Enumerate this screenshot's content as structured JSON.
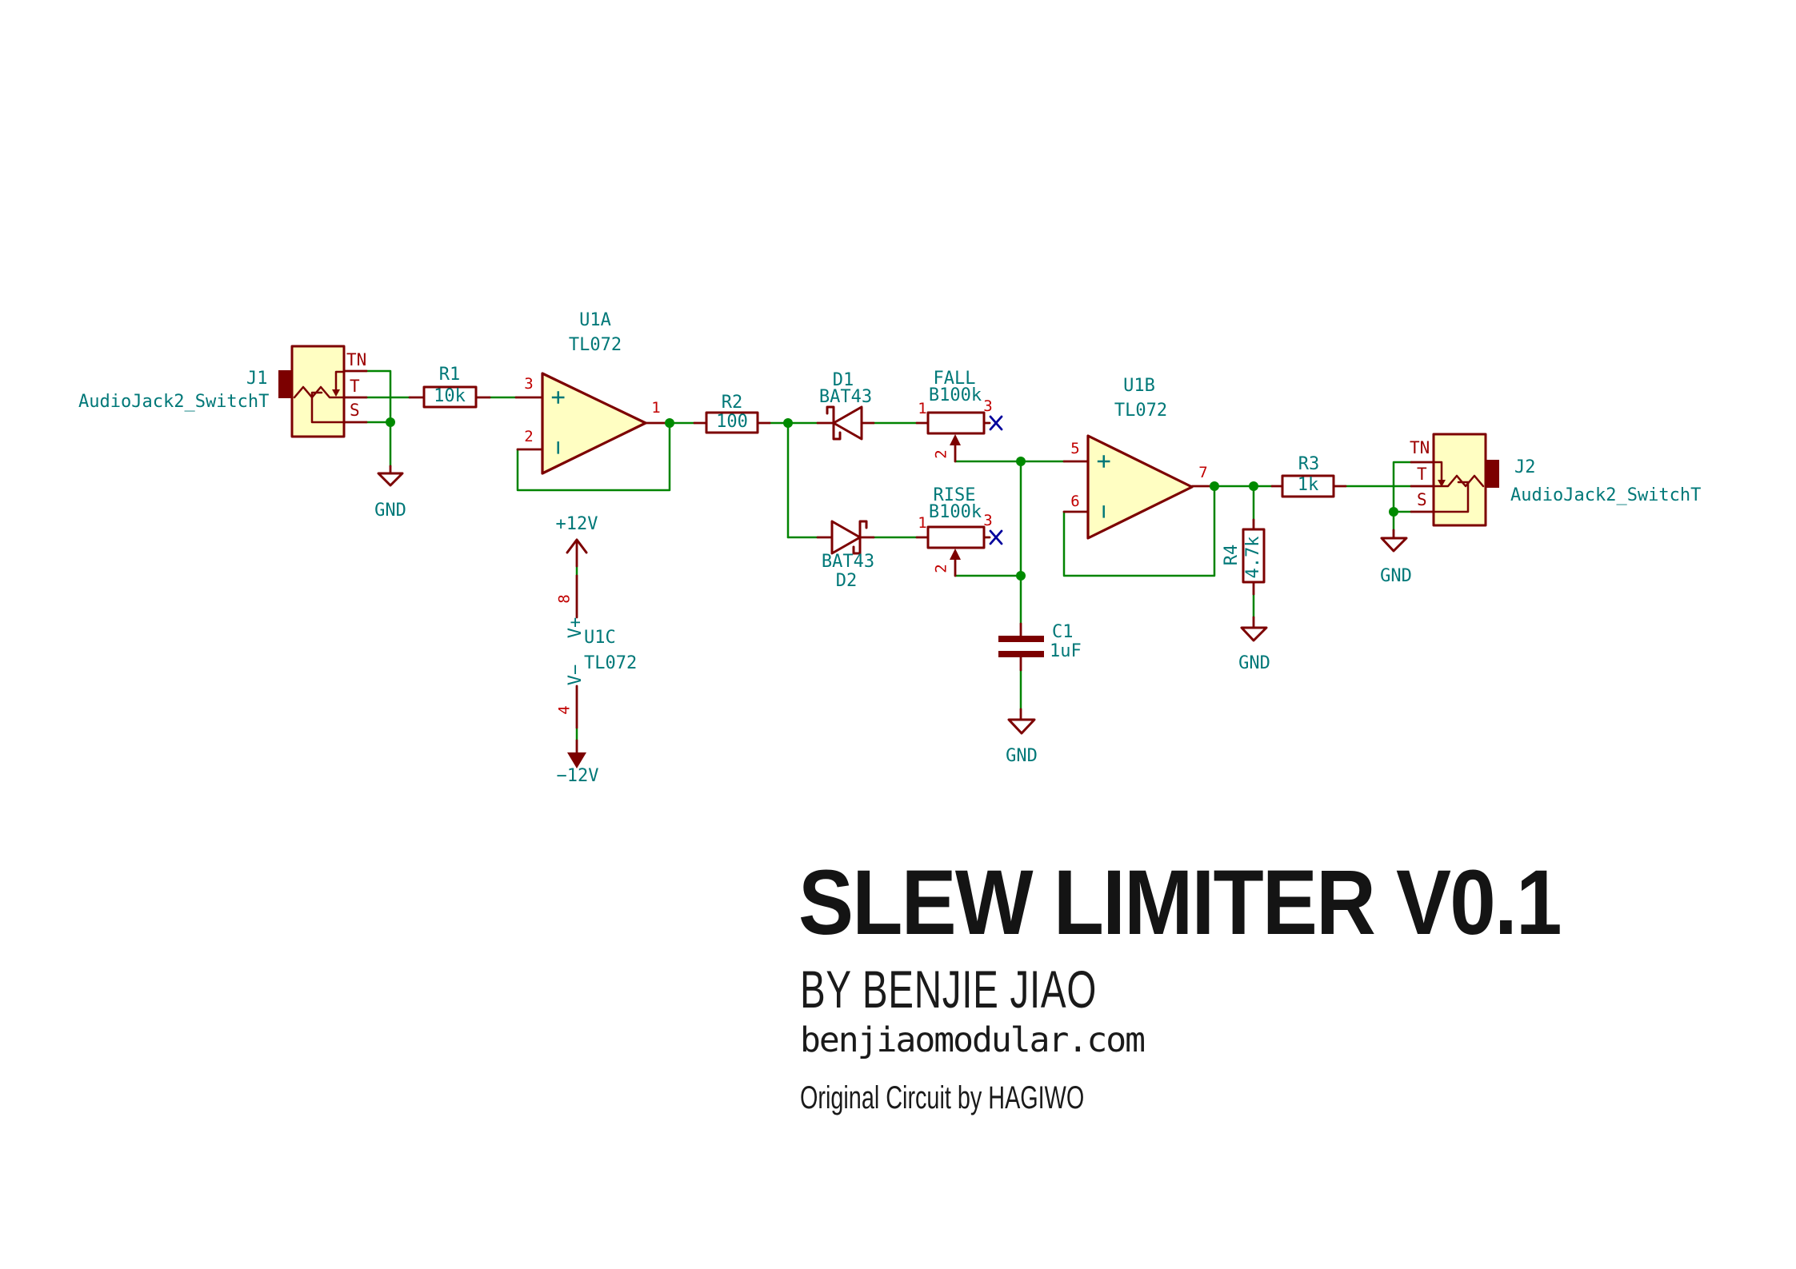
{
  "sch": {
    "j1": {
      "ref": "J1",
      "value": "AudioJack2_SwitchT",
      "pin_tn": "TN",
      "pin_t": "T",
      "pin_s": "S"
    },
    "j2": {
      "ref": "J2",
      "value": "AudioJack2_SwitchT",
      "pin_tn": "TN",
      "pin_t": "T",
      "pin_s": "S"
    },
    "r1": {
      "ref": "R1",
      "value": "10k"
    },
    "r2": {
      "ref": "R2",
      "value": "100"
    },
    "r3": {
      "ref": "R3",
      "value": "1k"
    },
    "r4": {
      "ref": "R4",
      "value": "4.7k"
    },
    "c1": {
      "ref": "C1",
      "value": "1uF"
    },
    "d1": {
      "ref": "D1",
      "value": "BAT43"
    },
    "d2": {
      "ref": "D2",
      "value": "BAT43"
    },
    "fall": {
      "ref": "FALL",
      "value": "B100k",
      "p1": "1",
      "p2": "2",
      "p3": "3"
    },
    "rise": {
      "ref": "RISE",
      "value": "B100k",
      "p1": "1",
      "p2": "2",
      "p3": "3"
    },
    "u1a": {
      "ref": "U1A",
      "value": "TL072",
      "pin_p": "3",
      "pin_n": "2",
      "pin_out": "1",
      "plus": "+",
      "minus": "−"
    },
    "u1b": {
      "ref": "U1B",
      "value": "TL072",
      "pin_p": "5",
      "pin_n": "6",
      "pin_out": "7",
      "plus": "+",
      "minus": "−"
    },
    "u1c": {
      "ref": "U1C",
      "value": "TL072",
      "pin_vplus": "8",
      "pin_vminus": "4",
      "vplus": "V+",
      "vminus": "V−"
    },
    "power": {
      "p12": "+12V",
      "n12": "−12V",
      "gnd": "GND"
    }
  },
  "title_block": {
    "title": "SLEW LIMITER V0.1",
    "author": "BY BENJIE JIAO",
    "website": "benjiaomodular.com",
    "credit": "Original Circuit by HAGIWO"
  },
  "colors": {
    "wire_green": "#008400",
    "symbol_maroon": "#7c0000",
    "field_teal": "#007878",
    "pin_number_red": "#c10000",
    "symbol_fill": "#fffec2",
    "no_connect_blue": "#00009c",
    "title_black": "#141414"
  }
}
